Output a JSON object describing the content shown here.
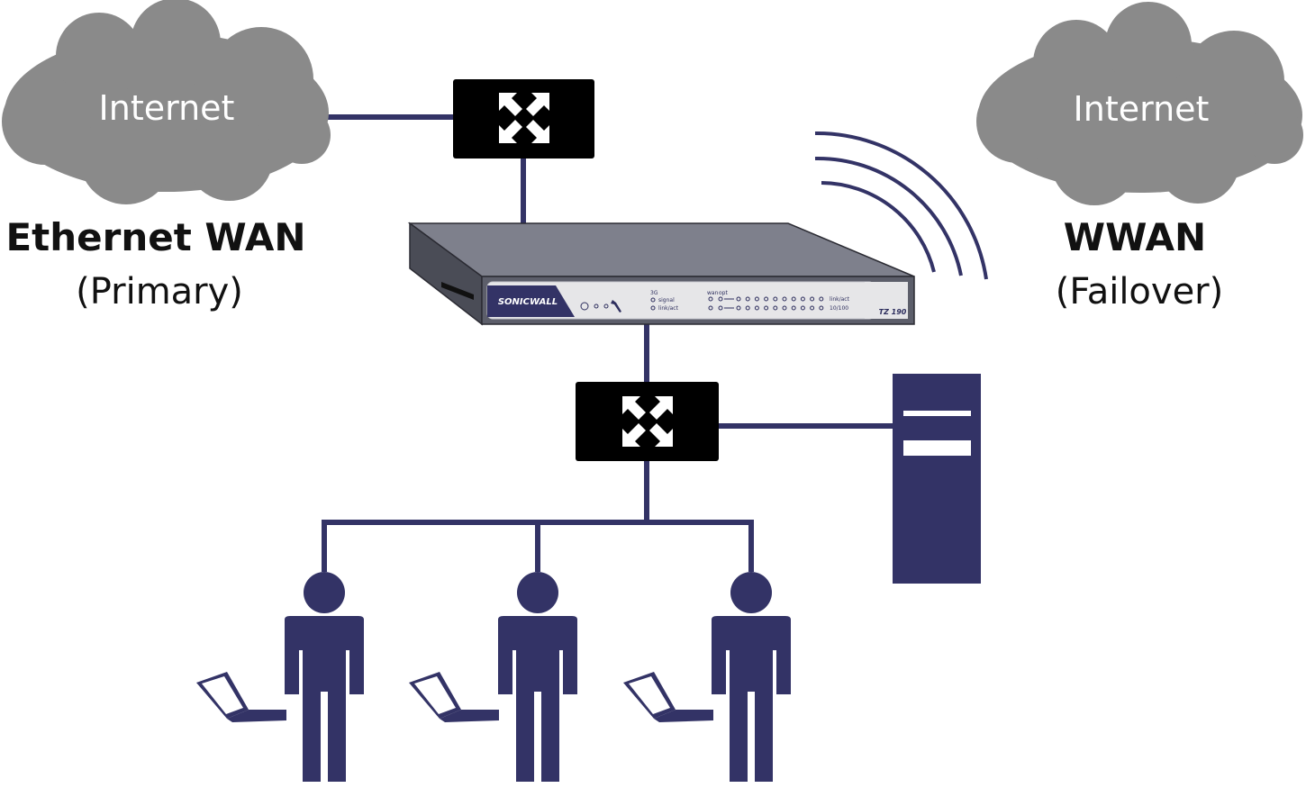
{
  "clouds": {
    "left": {
      "label": "Internet"
    },
    "right": {
      "label": "Internet"
    }
  },
  "wan": {
    "primary": {
      "title": "Ethernet WAN",
      "subtitle": "(Primary)"
    },
    "failover": {
      "title": "WWAN",
      "subtitle": "(Failover)"
    }
  },
  "appliance": {
    "brand": "SONICWALL",
    "model": "TZ 190",
    "labels": {
      "g3": "3G",
      "signal": "signal",
      "link_act_3g": "link/act",
      "wan": "wan",
      "opt": "opt",
      "link_act": "link/act",
      "speed": "10/100"
    }
  },
  "icons": {
    "switch": "switch-arrows-icon",
    "server": "server-tower-icon",
    "user": "person-icon",
    "laptop": "laptop-icon",
    "wireless": "wireless-signal-icon"
  },
  "colors": {
    "link": "#333366",
    "cloud": "#8a8a8a",
    "switch": "#000000",
    "appliance_body": "#5c5e6a",
    "panel": "#e6e6e8"
  }
}
